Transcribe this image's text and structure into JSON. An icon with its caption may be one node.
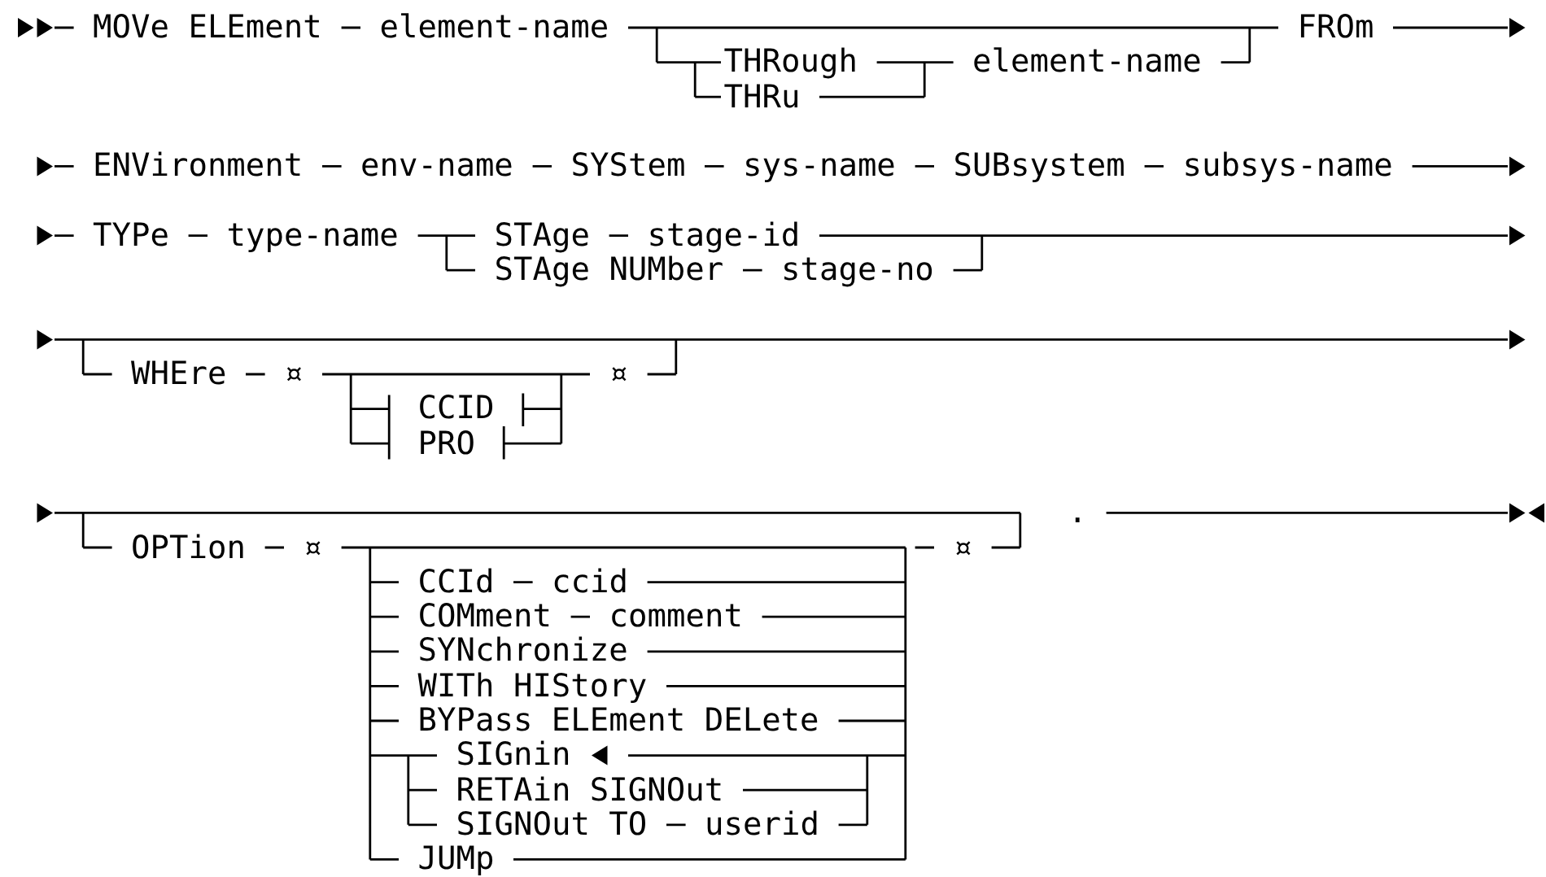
{
  "diagram": {
    "labels": [
      "MOVe ELEment",
      "element-name",
      "FROm",
      "THRough",
      "element-name",
      "THRu",
      "ENVironment",
      "env-name",
      "SYStem",
      "sys-name",
      "SUBsystem",
      "subsys-name",
      "TYPe",
      "type-name",
      "STAge",
      "stage-id",
      "STAge NUMber",
      "stage-no",
      "WHEre",
      "¤",
      "¤",
      "CCID",
      "PRO",
      ".",
      "OPTion",
      "¤",
      "¤",
      "CCId",
      "ccid",
      "COMment",
      "comment",
      "SYNchronize",
      "WITh HIStory",
      "BYPass ELEment DELete",
      "SIGnin",
      "RETAin SIGNOut",
      "SIGNOut TO",
      "userid",
      "JUMp"
    ]
  }
}
